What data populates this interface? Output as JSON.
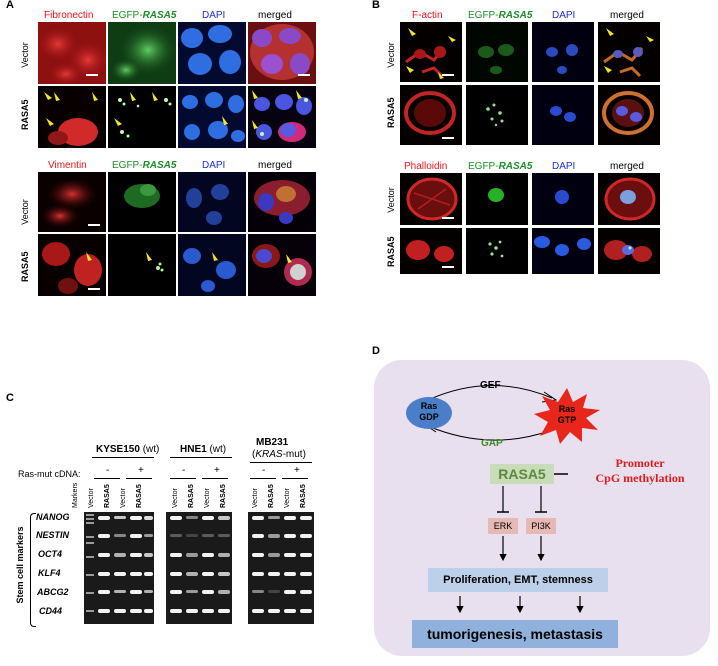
{
  "panelA": {
    "label": "A",
    "top_headers": [
      "Fibronectin",
      "EGFP-",
      "RASA5",
      "DAPI",
      "merged"
    ],
    "bottom_headers": [
      "Vimentin",
      "EGFP-",
      "RASA5",
      "DAPI",
      "merged"
    ],
    "row_labels": [
      "Vector",
      "RASA5",
      "Vector",
      "RASA5"
    ]
  },
  "panelB": {
    "label": "B",
    "top_headers": [
      "F-actin",
      "EGFP-",
      "RASA5",
      "DAPI",
      "merged"
    ],
    "bottom_headers": [
      "Phalloidin",
      "EGFP-",
      "RASA5",
      "DAPI",
      "merged"
    ],
    "row_labels": [
      "Vector",
      "RASA5",
      "Vector",
      "RASA5"
    ]
  },
  "panelC": {
    "label": "C",
    "groups": [
      {
        "name": "KYSE150",
        "suffix": " (wt)"
      },
      {
        "name": "HNE1",
        "suffix": " (wt)"
      },
      {
        "name": "MB231",
        "sub_pre": "(",
        "sub_italic": "KRAS",
        "sub_post": "-mut)"
      }
    ],
    "ras_label": "Ras-mut cDNA:",
    "minus": "-",
    "plus": "+",
    "markers_label": "Markers",
    "lanes": [
      "Vector",
      "RASA5",
      "Vector",
      "RASA5"
    ],
    "genes": [
      "NANOG",
      "NESTIN",
      "OCT4",
      "KLF4",
      "ABCG2",
      "CD44"
    ],
    "side_label": "Stem cell markers"
  },
  "panelD": {
    "label": "D",
    "ras_gdp": [
      "Ras",
      "GDP"
    ],
    "ras_gtp": [
      "Ras",
      "GTP"
    ],
    "gef": "GEF",
    "gap": "GAP",
    "rasa5": "RASA5",
    "promoter": [
      "Promoter",
      "CpG methylation"
    ],
    "erk": "ERK",
    "pi3k": "PI3K",
    "proliferation": "Proliferation, EMT, stemness",
    "outcome": "tumorigenesis, metastasis"
  },
  "colors": {
    "red_label": "#e8131b",
    "green_label": "#1f8a2a",
    "blue_label": "#1a2fd0",
    "panelD_bg": "#e8e0ef",
    "ras_gdp": "#4a7ec8",
    "ras_gtp": "#e8261b",
    "rasa5_box": "#c9dcb9",
    "rasa5_text": "#5b8a3a",
    "promoter_text": "#d91c1c",
    "kinase_box": "#e7b9b4",
    "prolif_box": "#bcd0ea",
    "outcome_box": "#8fb1dc"
  }
}
